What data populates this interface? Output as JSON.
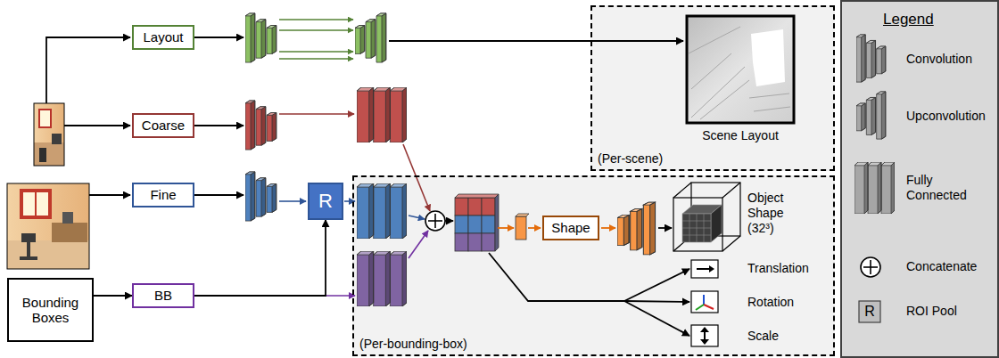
{
  "diagram": {
    "nodes": [
      {
        "text": [
          "Layout"
        ]
      },
      {
        "text": [
          "(Per-scene)"
        ]
      },
      {
        "text": [
          "Coarse"
        ]
      },
      {
        "text": [
          "Fine"
        ]
      },
      {
        "text": [
          "R"
        ]
      },
      {
        "text": [
          "(Per-bounding-box)"
        ]
      },
      {
        "text": [
          "Shape"
        ],
        "in": 5
      },
      {
        "text": [
          "Bounding Boxes"
        ]
      },
      {
        "text": [
          "BB"
        ]
      }
    ],
    "edges": [
      {
        "from": 7,
        "to": 8,
        "arrow": "to"
      },
      {
        "from": 8,
        "to": 4,
        "arrow": "to"
      }
    ],
    "labels": [
      "Scene Layout",
      "Object Shape (32³)",
      "Translation",
      "Rotation",
      "Scale",
      "Legend",
      "R"
    ],
    "legend": [
      {
        "text": "Convolution"
      },
      {
        "text": "Upconvolution"
      },
      {
        "text": "Fully Connected"
      },
      {
        "text": "Concatenate"
      },
      {
        "text": "ROI Pool"
      }
    ]
  }
}
